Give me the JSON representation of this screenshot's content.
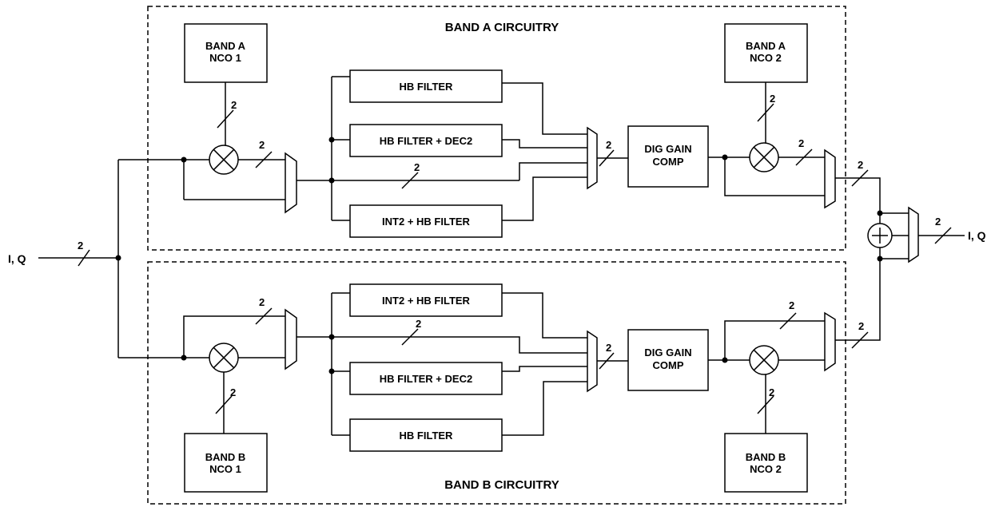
{
  "diagram": {
    "regions": {
      "band_a": "BAND A CIRCUITRY",
      "band_b": "BAND B CIRCUITRY"
    },
    "blocks": {
      "band_a_nco1": [
        "BAND A",
        "NCO 1"
      ],
      "band_a_nco2": [
        "BAND A",
        "NCO 2"
      ],
      "band_b_nco1": [
        "BAND B",
        "NCO 1"
      ],
      "band_b_nco2": [
        "BAND B",
        "NCO 2"
      ],
      "a_hb_filter": "HB FILTER",
      "a_hb_filter_dec2": "HB FILTER + DEC2",
      "a_int2_hb_filter": "INT2 + HB FILTER",
      "b_int2_hb_filter": "INT2 + HB FILTER",
      "b_hb_filter_dec2": "HB FILTER + DEC2",
      "b_hb_filter": "HB FILTER",
      "a_dig_gain_comp": [
        "DIG GAIN",
        "COMP"
      ],
      "b_dig_gain_comp": [
        "DIG GAIN",
        "COMP"
      ]
    },
    "io": {
      "input": "I, Q",
      "output": "I, Q"
    },
    "bus_width": "2",
    "colors": {
      "line": "#000000",
      "background": "#ffffff"
    },
    "icons": [
      "mixer-icon",
      "adder-icon",
      "mux-icon"
    ]
  }
}
